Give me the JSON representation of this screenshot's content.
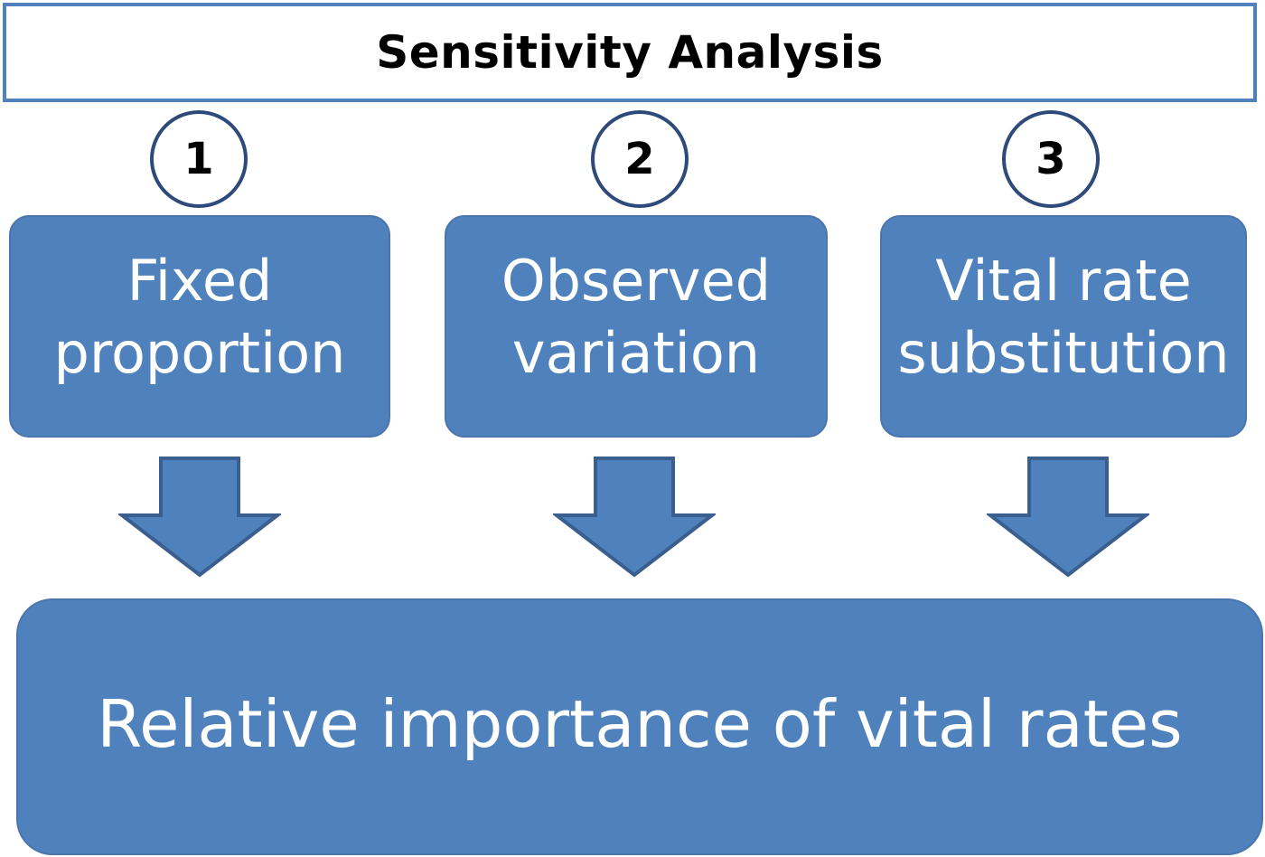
{
  "title": "Sensitivity Analysis",
  "methods": [
    {
      "number": "1",
      "line1": "Fixed",
      "line2": "proportion"
    },
    {
      "number": "2",
      "line1": "Observed",
      "line2": "variation"
    },
    {
      "number": "3",
      "line1": "Vital rate",
      "line2": "substitution"
    }
  ],
  "result": "Relative importance of vital rates",
  "colors": {
    "box_fill": "#4f81bd",
    "title_border": "#4f81bd",
    "circle_border": "#2e4a7a",
    "arrow_fill": "#4f81bd",
    "arrow_stroke": "#3a5f8e"
  }
}
